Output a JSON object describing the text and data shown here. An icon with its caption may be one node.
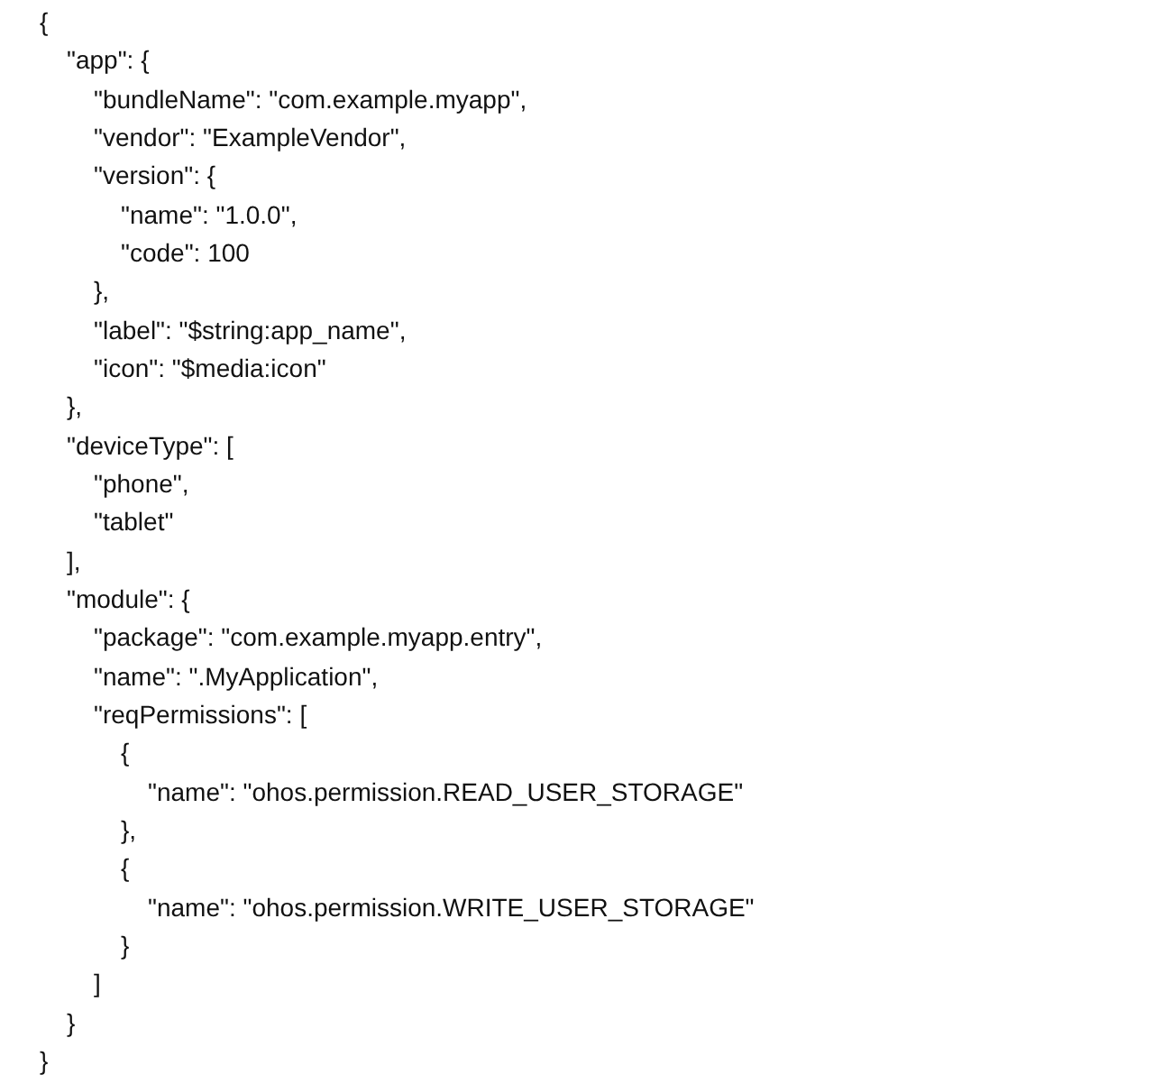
{
  "diagram": {
    "labels": [
      "{",
      "\"app\": {",
      "\"bundleName\": \"com.example.myapp\",",
      "\"vendor\": \"ExampleVendor\",",
      "\"version\": {",
      "\"name\": \"1.0.0\",",
      "\"code\": 100",
      "},",
      "\"label\": \"$string:app_name\",",
      "\"icon\": \"$media:icon\"",
      "},",
      "\"deviceType\": [",
      "\"phone\",",
      "\"tablet\"",
      "],",
      "\"module\": {",
      "\"package\": \"com.example.myapp.entry\",",
      "\"name\": \".MyApplication\",",
      "\"reqPermissions\": [",
      "{",
      "\"name\": \"ohos.permission.READ_USER_STORAGE\"",
      "},",
      "{",
      "\"name\": \"ohos.permission.WRITE_USER_STORAGE\"",
      "}",
      "]",
      "}",
      "}"
    ]
  }
}
